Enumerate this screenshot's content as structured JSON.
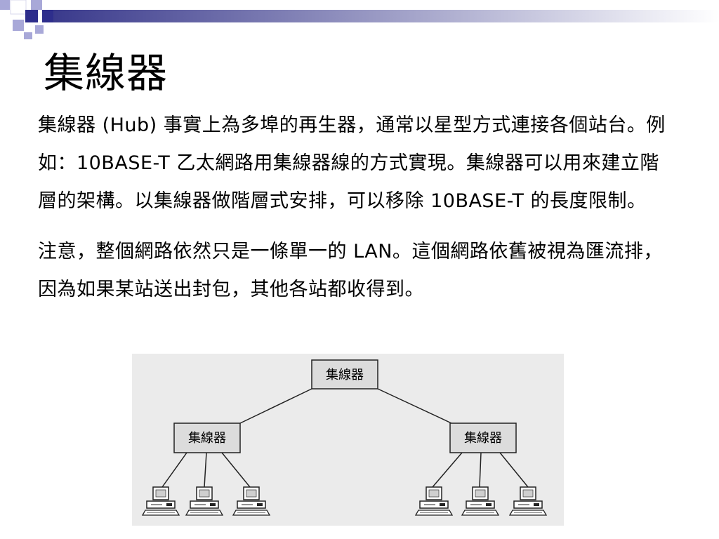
{
  "slide": {
    "title": "集線器",
    "paragraphs": [
      "集線器 (Hub) 事實上為多埠的再生器，通常以星型方式連接各個站台。例如：10BASE-T 乙太網路用集線器線的方式實現。集線器可以用來建立階層的架構。以集線器做階層式安排，可以移除 10BASE-T 的長度限制。",
      "注意，整個網路依然只是一條單一的 LAN。這個網路依舊被視為匯流排，因為如果某站送出封包，其他各站都收得到。"
    ]
  },
  "diagram": {
    "hubs": [
      {
        "label": "集線器",
        "role": "root"
      },
      {
        "label": "集線器",
        "role": "left"
      },
      {
        "label": "集線器",
        "role": "right"
      }
    ],
    "stations_per_leaf_hub": 3,
    "colors": {
      "background": "#ebebeb",
      "hub_fill": "#dcdcdc",
      "stroke": "#222222"
    }
  },
  "decoration": {
    "square_dark": "#2e2e8c",
    "square_light": "#a8a8d8",
    "bar_start": "#3a3a8c",
    "bar_end": "#ffffff"
  }
}
